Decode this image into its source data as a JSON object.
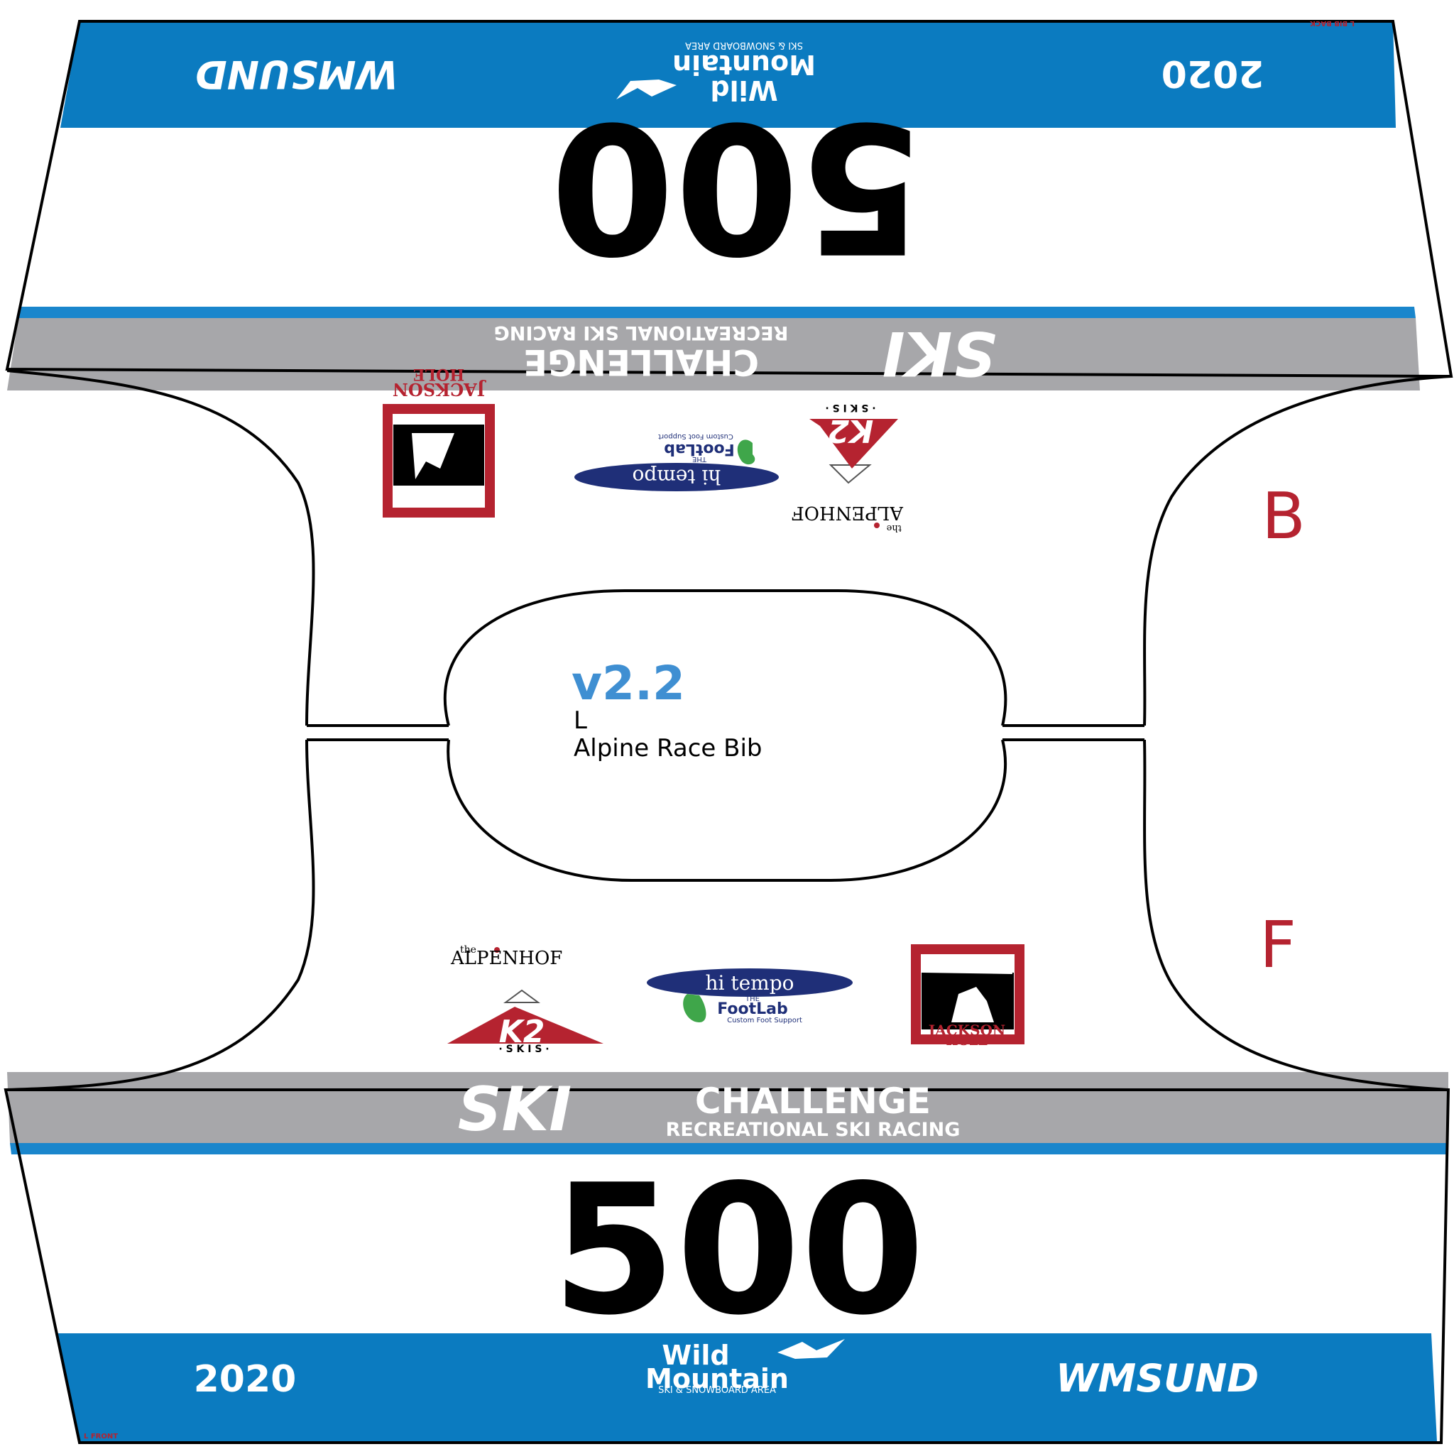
{
  "colors": {
    "band_blue": "#0b7bc0",
    "stripe_blue": "#1a86cc",
    "band_gray": "#a7a7aa",
    "letter_red": "#b52330",
    "version_blue": "#3f8fd2",
    "logo_red": "#b52330",
    "hitempo_navy": "#1f2f78",
    "footlab_green": "#3fa64a"
  },
  "corner_marks": {
    "back": "L BIB BACK",
    "front": "L FRONT"
  },
  "back_panel": {
    "number": "500",
    "year": "2020",
    "team": "WMSUND",
    "sponsor_wild": "Wild",
    "sponsor_mountain": "Mountain",
    "sponsor_area": "SKI & SNOWBOARD AREA",
    "ski_word": "SKI",
    "challenge_word": "CHALLENGE",
    "racing_word": "RECREATIONAL SKI RACING",
    "side_letter": "B"
  },
  "front_panel": {
    "number": "500",
    "year": "2020",
    "team": "WMSUND",
    "sponsor_wild": "Wild",
    "sponsor_mountain": "Mountain",
    "sponsor_area": "SKI & SNOWBOARD AREA",
    "ski_word": "SKI",
    "challenge_word": "CHALLENGE",
    "racing_word": "RECREATIONAL SKI RACING",
    "side_letter": "F"
  },
  "logos": {
    "alpenhof_the": "the",
    "alpenhof_name": "ALPENHOF",
    "k2": "K2",
    "k2_skis": "· S K I S ·",
    "hitempo": "hi tempo",
    "footlab_the": "THE",
    "footlab": "FootLab",
    "footlab_sub": "Custom Foot Support",
    "jackson": "JACKSON",
    "hole": "HOLE"
  },
  "neck_label": {
    "version": "v2.2",
    "size": "L",
    "product": "Alpine Race Bib"
  }
}
